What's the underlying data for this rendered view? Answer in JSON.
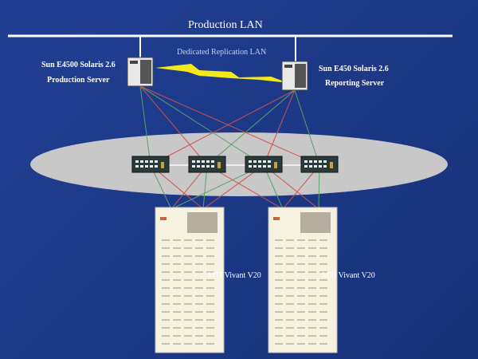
{
  "title": "Production LAN",
  "replication_label": "Dedicated Replication LAN",
  "servers": [
    {
      "line1": "Sun E4500 Solaris 2.6",
      "line2": "Production Server"
    },
    {
      "line1": "Sun E450 Solaris 2.6",
      "line2": "Reporting Server"
    }
  ],
  "storage": [
    {
      "label": "MTI Vivant V20"
    },
    {
      "label": "MTI Vivant V20"
    }
  ],
  "colors": {
    "background": "#1e3a8c",
    "fabric": "#c8c8c8",
    "fc_red": "#d0504a",
    "fc_green": "#5aa06a",
    "link": "#f5e81a"
  }
}
